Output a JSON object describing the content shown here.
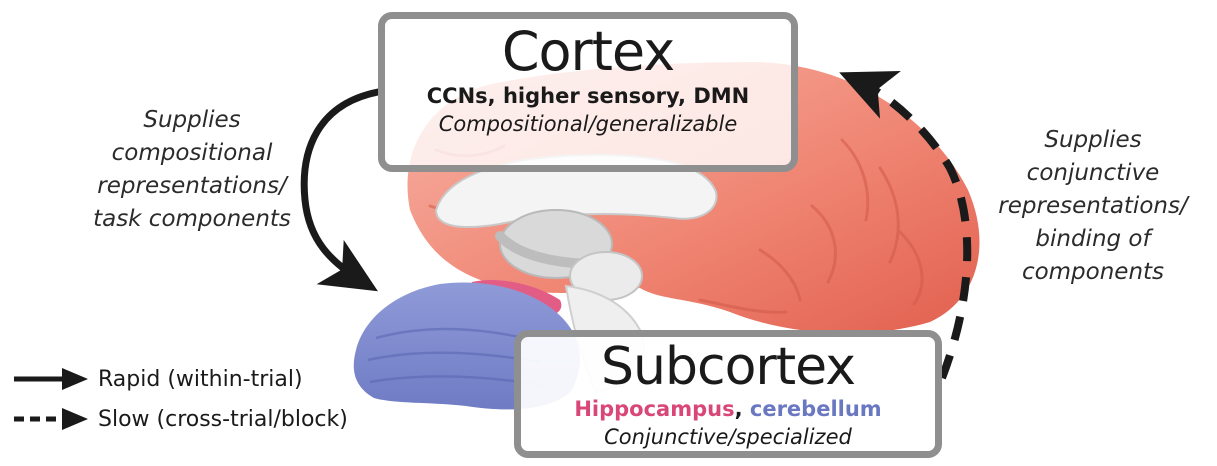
{
  "cortex": {
    "title": "Cortex",
    "networks": "CCNs, higher sensory, DMN",
    "property": "Compositional/generalizable"
  },
  "subcortex": {
    "title": "Subcortex",
    "hippocampus": "Hippocampus",
    "separator": ", ",
    "cerebellum": "cerebellum",
    "property": "Conjunctive/specialized"
  },
  "left_arrow_label": [
    "Supplies",
    "compositional",
    "representations/",
    "task components"
  ],
  "right_arrow_label": [
    "Supplies",
    "conjunctive",
    "representations/",
    "binding of",
    "components"
  ],
  "legend": {
    "rapid": "Rapid (within-trial)",
    "slow": "Slow (cross-trial/block)"
  },
  "colors": {
    "cortex": "#ef7d6c",
    "hippocampus": "#d94778",
    "cerebellum": "#6a78c2",
    "box_border": "#8f8f8f",
    "arrow": "#1a1a1a"
  }
}
